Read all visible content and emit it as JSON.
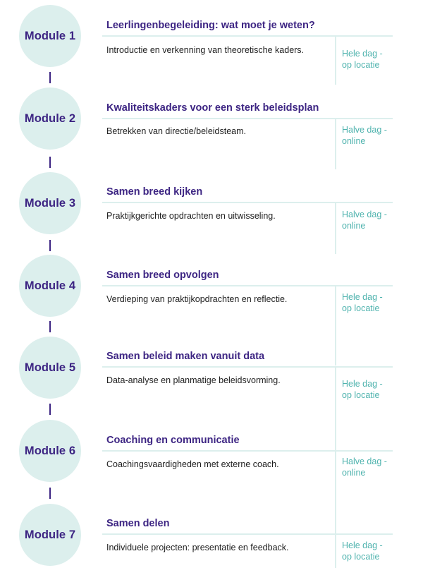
{
  "modules": [
    {
      "label": "Module 1",
      "title": "Leerlingenbegeleiding: wat moet je weten?",
      "description": "Introductie en verkenning van theoretische kaders.",
      "format_line1": "Hele dag -",
      "format_line2": "op locatie"
    },
    {
      "label": "Module 2",
      "title": "Kwaliteitskaders voor een sterk beleidsplan",
      "description": "Betrekken van directie/beleidsteam.",
      "format_line1": "Halve dag -",
      "format_line2": "online"
    },
    {
      "label": "Module 3",
      "title": "Samen breed kijken",
      "description": "Praktijkgerichte opdrachten en uitwisseling.",
      "format_line1": "Halve dag -",
      "format_line2": "online"
    },
    {
      "label": "Module 4",
      "title": "Samen breed opvolgen",
      "description": "Verdieping van praktijkopdrachten en reflectie.",
      "format_line1": "Hele dag -",
      "format_line2": "op locatie"
    },
    {
      "label": "Module 5",
      "title": "Samen beleid maken vanuit data",
      "description": "Data-analyse en planmatige beleidsvorming.",
      "format_line1": "Hele dag -",
      "format_line2": "op locatie"
    },
    {
      "label": "Module 6",
      "title": "Coaching en communicatie",
      "description": "Coachingsvaardigheden met externe coach.",
      "format_line1": "Halve dag -",
      "format_line2": "online"
    },
    {
      "label": "Module 7",
      "title": "Samen delen",
      "description": "Individuele projecten: presentatie en feedback.",
      "format_line1": "Hele dag -",
      "format_line2": "op locatie"
    }
  ]
}
